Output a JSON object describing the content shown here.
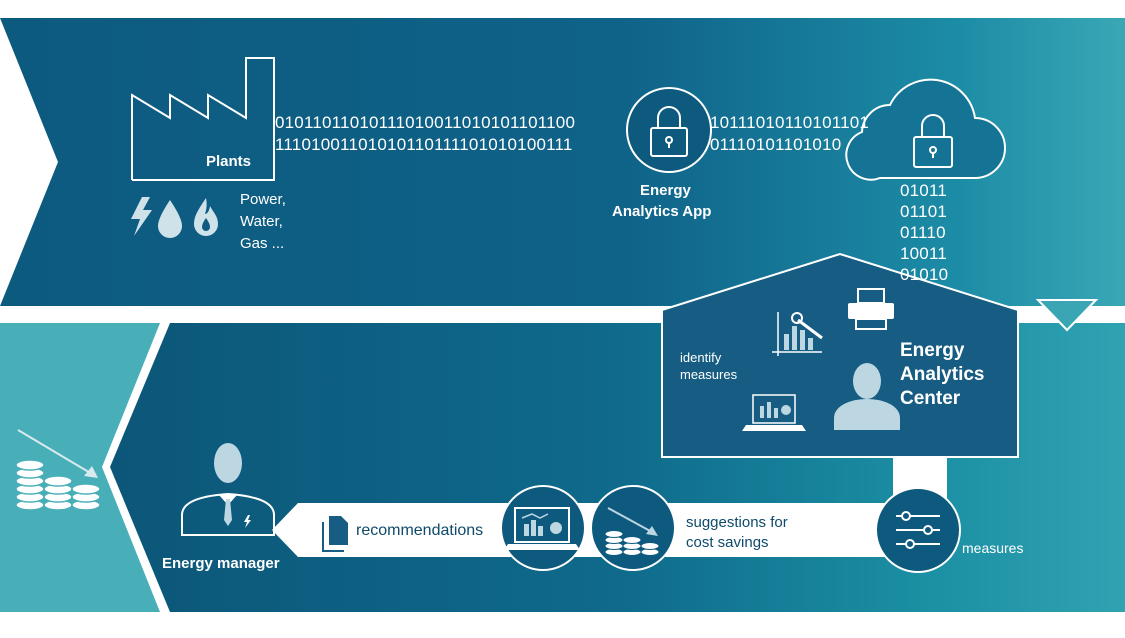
{
  "plants": {
    "label": "Plants",
    "resources": [
      "Power,",
      "Water,",
      "Gas ..."
    ]
  },
  "binary_stream": {
    "row1_left": "01011011010111010011010101101100",
    "row2_left": "11101001101010110111101010100111",
    "row1_right": "10111010110101101",
    "row2_right": "01110101101010",
    "cloud_column": [
      "01011",
      "01101",
      "01110",
      "10011",
      "01010"
    ]
  },
  "app": {
    "line1": "Energy",
    "line2": "Analytics App"
  },
  "center": {
    "line1": "Energy",
    "line2": "Analytics",
    "line3": "Center",
    "identify_line1": "identify",
    "identify_line2": "measures"
  },
  "flow": {
    "recommendations": "recommendations",
    "suggestions_line1": "suggestions for",
    "suggestions_line2": "cost savings",
    "measures": "measures",
    "energy_manager": "Energy manager"
  },
  "colors": {
    "band_dark": "#0e5a7e",
    "band_light": "#2a9fae",
    "icon_fill": "#bcd6e2",
    "house": "#175c82"
  }
}
